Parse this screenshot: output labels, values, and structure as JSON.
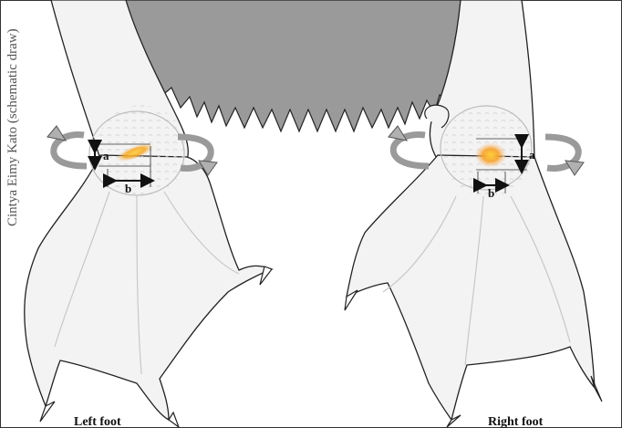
{
  "credit": "Cintya Eimy Kato (schematic draw)",
  "feet": {
    "left": {
      "label": "Left foot",
      "dim_a": "a",
      "dim_b": "b"
    },
    "right": {
      "label": "Right foot",
      "dim_a": "a",
      "dim_b": "b"
    }
  },
  "colors": {
    "skin": "#f3f3f3",
    "outline": "#222222",
    "feathers": "#9a9a9a",
    "arrow": "#b0b0b0",
    "lesion": "#f5a623"
  }
}
